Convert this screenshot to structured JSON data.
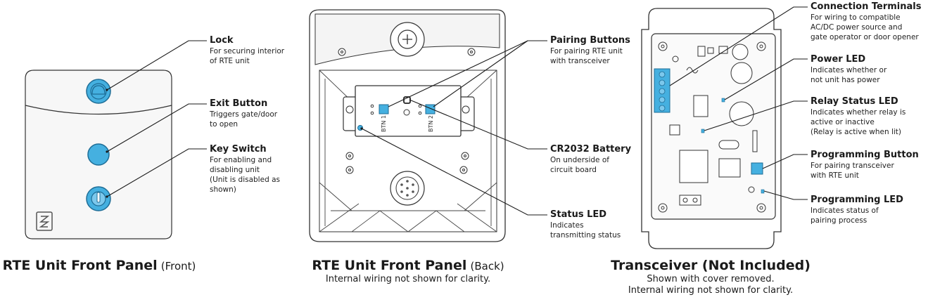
{
  "colors": {
    "accent": "#45b0e0",
    "accent_dark": "#1e6d96",
    "line": "#222222",
    "outline": "#333333",
    "fill_light": "#f4f4f4"
  },
  "front": {
    "labels": {
      "lock": {
        "title": "Lock",
        "desc": "For securing interior\nof RTE unit"
      },
      "exit": {
        "title": "Exit Button",
        "desc": "Triggers gate/door\nto open"
      },
      "key": {
        "title": "Key Switch",
        "desc": "For enabling and\ndisabling unit\n(Unit is disabled as\nshown)"
      }
    },
    "caption_main": "RTE Unit Front Panel",
    "caption_sub": "(Front)"
  },
  "back": {
    "btn1": "BTN 1",
    "btn2": "BTN 2",
    "labels": {
      "pairing": {
        "title": "Pairing Buttons",
        "desc": "For pairing RTE unit\nwith transceiver"
      },
      "battery": {
        "title": "CR2032 Battery",
        "desc": "On underside of\ncircuit board"
      },
      "status": {
        "title": "Status LED",
        "desc": "Indicates\ntransmitting status"
      }
    },
    "caption_main": "RTE Unit Front Panel",
    "caption_sub": "(Back)",
    "note": "Internal wiring not shown for clarity."
  },
  "transceiver": {
    "labels": {
      "terminals": {
        "title": "Connection Terminals",
        "desc": "For wiring to compatible\nAC/DC power source and\ngate operator or door opener"
      },
      "power": {
        "title": "Power LED",
        "desc": "Indicates whether or\nnot unit has power"
      },
      "relay": {
        "title": "Relay Status LED",
        "desc": "Indicates whether relay is\nactive or inactive\n(Relay is active when lit)"
      },
      "prog_button": {
        "title": "Programming Button",
        "desc": "For pairing transceiver\nwith RTE unit"
      },
      "prog_led": {
        "title": "Programming LED",
        "desc": "Indicates status of\npairing process"
      }
    },
    "caption_main": "Transceiver (Not Included)",
    "note1": "Shown with cover removed.",
    "note2": "Internal wiring not shown for clarity."
  }
}
